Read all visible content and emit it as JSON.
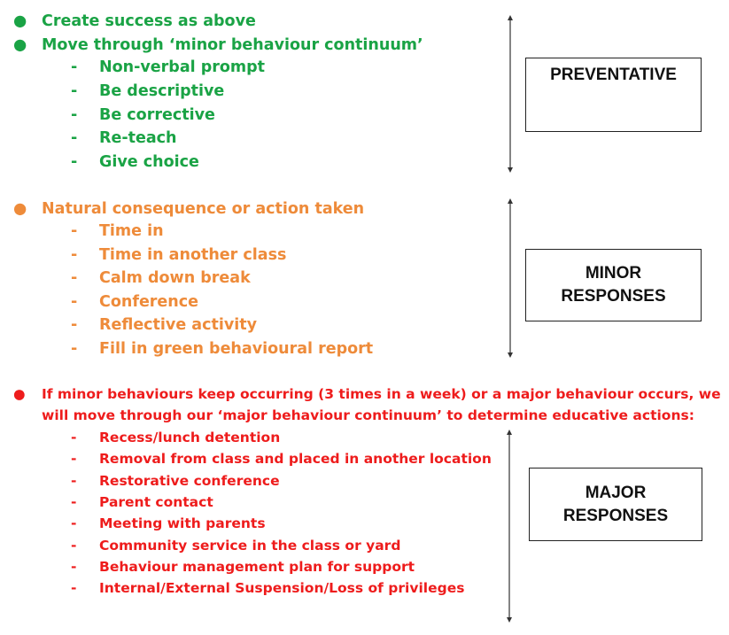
{
  "colors": {
    "preventative": "#1aa345",
    "minor": "#ee8b3a",
    "major": "#ee1c1c"
  },
  "preventative": {
    "items": [
      "Create success as above",
      "Move through ‘minor behaviour continuum’"
    ],
    "subitems": [
      "Non-verbal prompt",
      "Be descriptive",
      "Be corrective",
      "Re-teach",
      "Give choice"
    ],
    "box_label": "PREVENTATIVE"
  },
  "minor": {
    "item": "Natural consequence or action taken",
    "subitems": [
      "Time in",
      "Time in another class",
      "Calm down break",
      "Conference",
      "Reflective activity",
      "Fill in green behavioural report"
    ],
    "box_label_line1": "MINOR",
    "box_label_line2": "RESPONSES"
  },
  "major": {
    "item_line1": "If minor behaviours keep occurring (3 times in a week) or a major behaviour occurs, we",
    "item_line2": "will move through our ‘major behaviour continuum’ to determine educative actions:",
    "subitems": [
      "Recess/lunch detention",
      "Removal from class and placed in another location",
      "Restorative conference",
      "Parent contact",
      "Meeting with parents",
      "Community service in the class or yard",
      "Behaviour management plan for support",
      "Internal/External Suspension/Loss of privileges"
    ],
    "box_label_line1": "MAJOR",
    "box_label_line2": "RESPONSES"
  },
  "bullet_glyph": "●",
  "dash_glyph": "-"
}
